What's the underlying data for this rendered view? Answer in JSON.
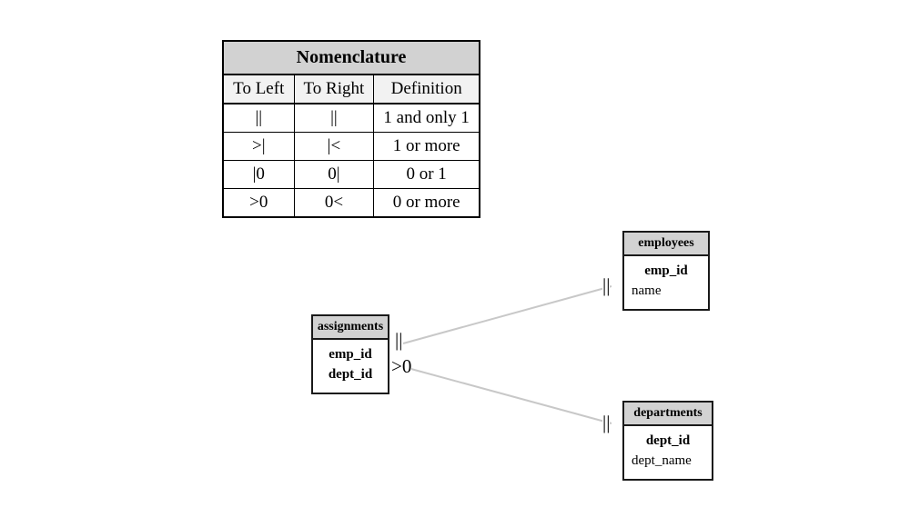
{
  "diagram": {
    "type": "entity-relationship-diagram",
    "background": "#ffffff",
    "line_color": "#c8c8c8",
    "header_fill": "#d2d2d2",
    "border_color": "#1a1a1a"
  },
  "legend": {
    "title": "Nomenclature",
    "columns": [
      "To Left",
      "To Right",
      "Definition"
    ],
    "rows": [
      {
        "to_left": "||",
        "to_right": "||",
        "definition": "1 and only 1"
      },
      {
        "to_left": ">|",
        "to_right": "|<",
        "definition": "1 or more"
      },
      {
        "to_left": "|0",
        "to_right": "0|",
        "definition": "0 or 1"
      },
      {
        "to_left": ">0",
        "to_right": "0<",
        "definition": "0 or more"
      }
    ]
  },
  "entities": [
    {
      "id": "employees",
      "name": "employees",
      "attributes": [
        {
          "label": "emp_id",
          "key": true
        },
        {
          "label": "name",
          "key": false
        }
      ]
    },
    {
      "id": "assignments",
      "name": "assignments",
      "attributes": [
        {
          "label": "emp_id",
          "key": true
        },
        {
          "label": "dept_id",
          "key": true
        }
      ]
    },
    {
      "id": "departments",
      "name": "departments",
      "attributes": [
        {
          "label": "dept_id",
          "key": true
        },
        {
          "label": "dept_name",
          "key": false
        }
      ]
    }
  ],
  "relationships": [
    {
      "id": "assignments-employees",
      "from": "assignments",
      "to": "employees",
      "from_cardinality": "||",
      "to_cardinality": "||"
    },
    {
      "id": "assignments-departments",
      "from": "assignments",
      "to": "departments",
      "from_cardinality": ">0",
      "to_cardinality": "||"
    }
  ]
}
